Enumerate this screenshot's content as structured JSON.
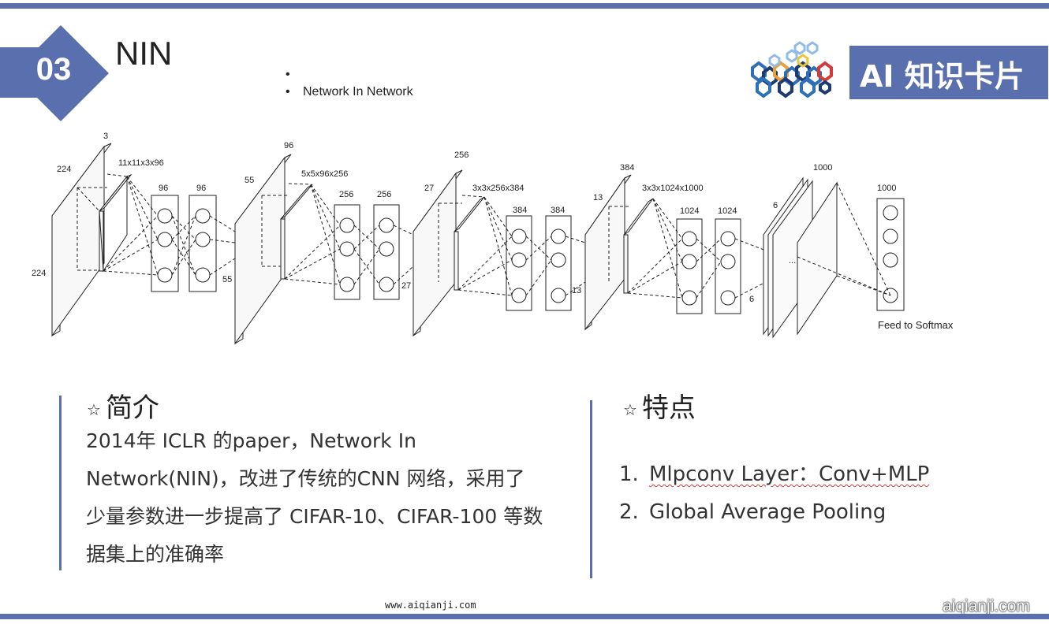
{
  "header": {
    "section_number": "03",
    "title": "NIN",
    "bullets": [
      "",
      "Network In Network"
    ],
    "brand": "AI 知识卡片"
  },
  "diagram": {
    "labels": {
      "in_w": "224",
      "in_h": "224",
      "in_d": "3",
      "k1": "11x11x3x96",
      "c1a": "96",
      "c1b": "96",
      "l2_w": "55",
      "l2_h": "55",
      "l2_d": "96",
      "k2": "5x5x96x256",
      "c2a": "256",
      "c2b": "256",
      "l3_w": "27",
      "l3_h": "27",
      "l3_d": "256",
      "k3": "3x3x256x384",
      "c3a": "384",
      "c3b": "384",
      "l4_w": "13",
      "l4_h": "13",
      "l4_d": "384",
      "k4": "3x3x1024x1000",
      "c4a": "1024",
      "c4b": "1024",
      "l5_w": "6",
      "l5_h": "6",
      "l5_d": "1000",
      "out": "1000",
      "ellipsis": "...",
      "softmax": "Feed to Softmax"
    }
  },
  "intro": {
    "title": "简介",
    "lines": [
      "2014年 ICLR 的paper，Network In",
      "Network(NIN)，改进了传统的CNN 网络，采用了",
      "少量参数进一步提高了 CIFAR-10、CIFAR-100 等数",
      "据集上的准确率"
    ]
  },
  "features": {
    "title": "特点",
    "items": [
      {
        "num": "1.",
        "label": "Mlpconv Layer：Conv+MLP"
      },
      {
        "num": "2.",
        "label": "Global Average Pooling"
      }
    ]
  },
  "footer": {
    "url": "www.aiqianji.com",
    "watermark": "aiqianji.com"
  },
  "colors": {
    "accent": "#5a6fae",
    "logo_blue": "#2e6fb7",
    "logo_orange": "#e8a03a",
    "logo_red": "#d23c3c",
    "logo_navy": "#1e3a6e"
  },
  "icons": [
    "star-icon",
    "hexagon-logo-icon"
  ]
}
